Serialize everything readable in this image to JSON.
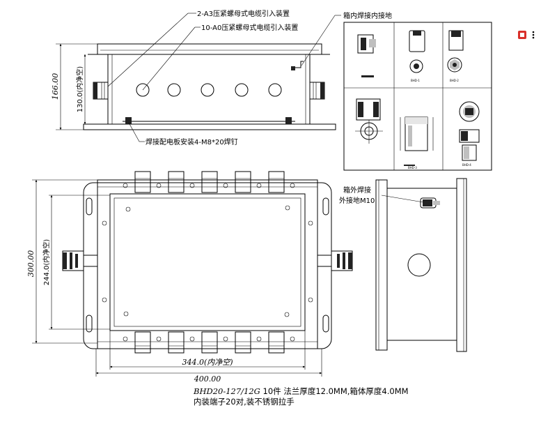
{
  "annotations": {
    "top_gland_a3": "2-A3压紧螺母式电缆引入装置",
    "top_gland_a0": "10-A0压紧螺母式电缆引入装置",
    "inner_ground": "箱内焊接内接地",
    "weld_plate": "焊接配电板安装4-M8*20焊钉",
    "outer_ground_1": "箱外焊接",
    "outer_ground_2": "外接地M10"
  },
  "dimensions": {
    "height_overall": "166.00",
    "height_inner": "130.0(内净空)",
    "front_height_overall": "300.00",
    "front_height_inner": "244.0(内净空)",
    "width_inner": "344.0(内净空)",
    "width_overall": "400.00"
  },
  "detail_box": {
    "small_labels": [
      "BHD-1",
      "BHD-2",
      "BHD-3",
      "BHD-4"
    ]
  },
  "caption": {
    "model": "BHD20-127/12G",
    "line1_rest": " 10件 法兰厚度12.0MM,箱体厚度4.0MM",
    "line2": "内装端子20对,装不锈钢拉手"
  },
  "icons": {
    "corner_app_icon": "red-seal-icon",
    "menu_icon": "ellipsis-vertical-icon"
  },
  "colors": {
    "line": "#000000",
    "fill_dark": "#222222",
    "fill_gray": "#bfbfbf",
    "accent_icon": "#d9302a"
  }
}
